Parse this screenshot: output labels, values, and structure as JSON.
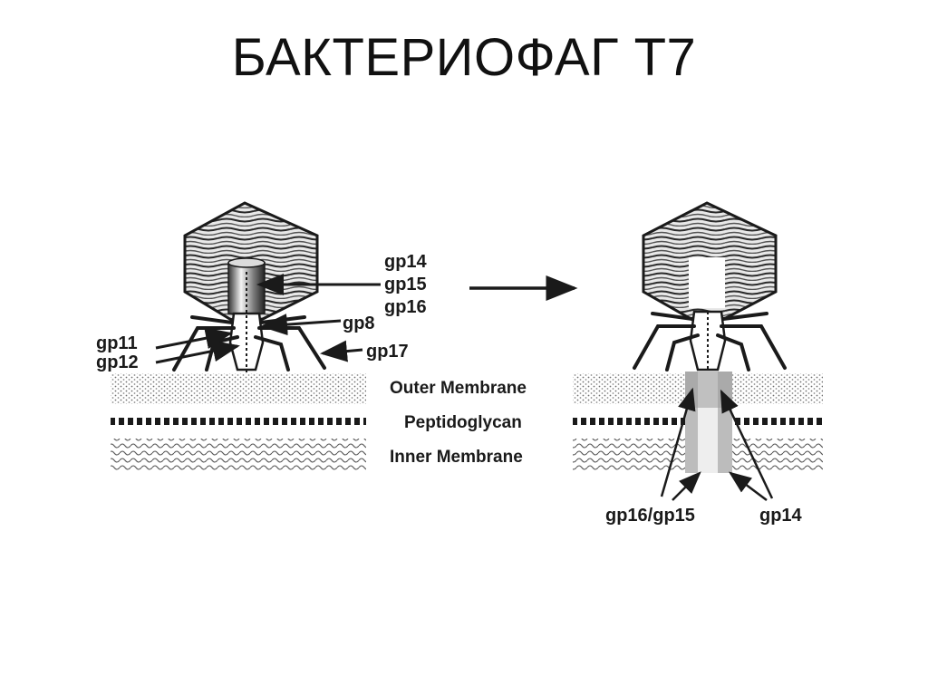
{
  "title": "БАКТЕРИОФАГ Т7",
  "labels": {
    "gp14": "gp14",
    "gp15": "gp15",
    "gp16": "gp16",
    "gp8": "gp8",
    "gp11": "gp11",
    "gp12": "gp12",
    "gp17": "gp17",
    "outer_membrane": "Outer Membrane",
    "peptidoglycan": "Peptidoglycan",
    "inner_membrane": "Inner Membrane",
    "gp16_gp15": "gp16/gp15",
    "gp14_right": "gp14"
  },
  "colors": {
    "ink": "#1a1a1a",
    "capsid_fill": "#d9d9d9",
    "membrane": "#6f6f6f",
    "channel_gray": "#bcbcbc"
  }
}
